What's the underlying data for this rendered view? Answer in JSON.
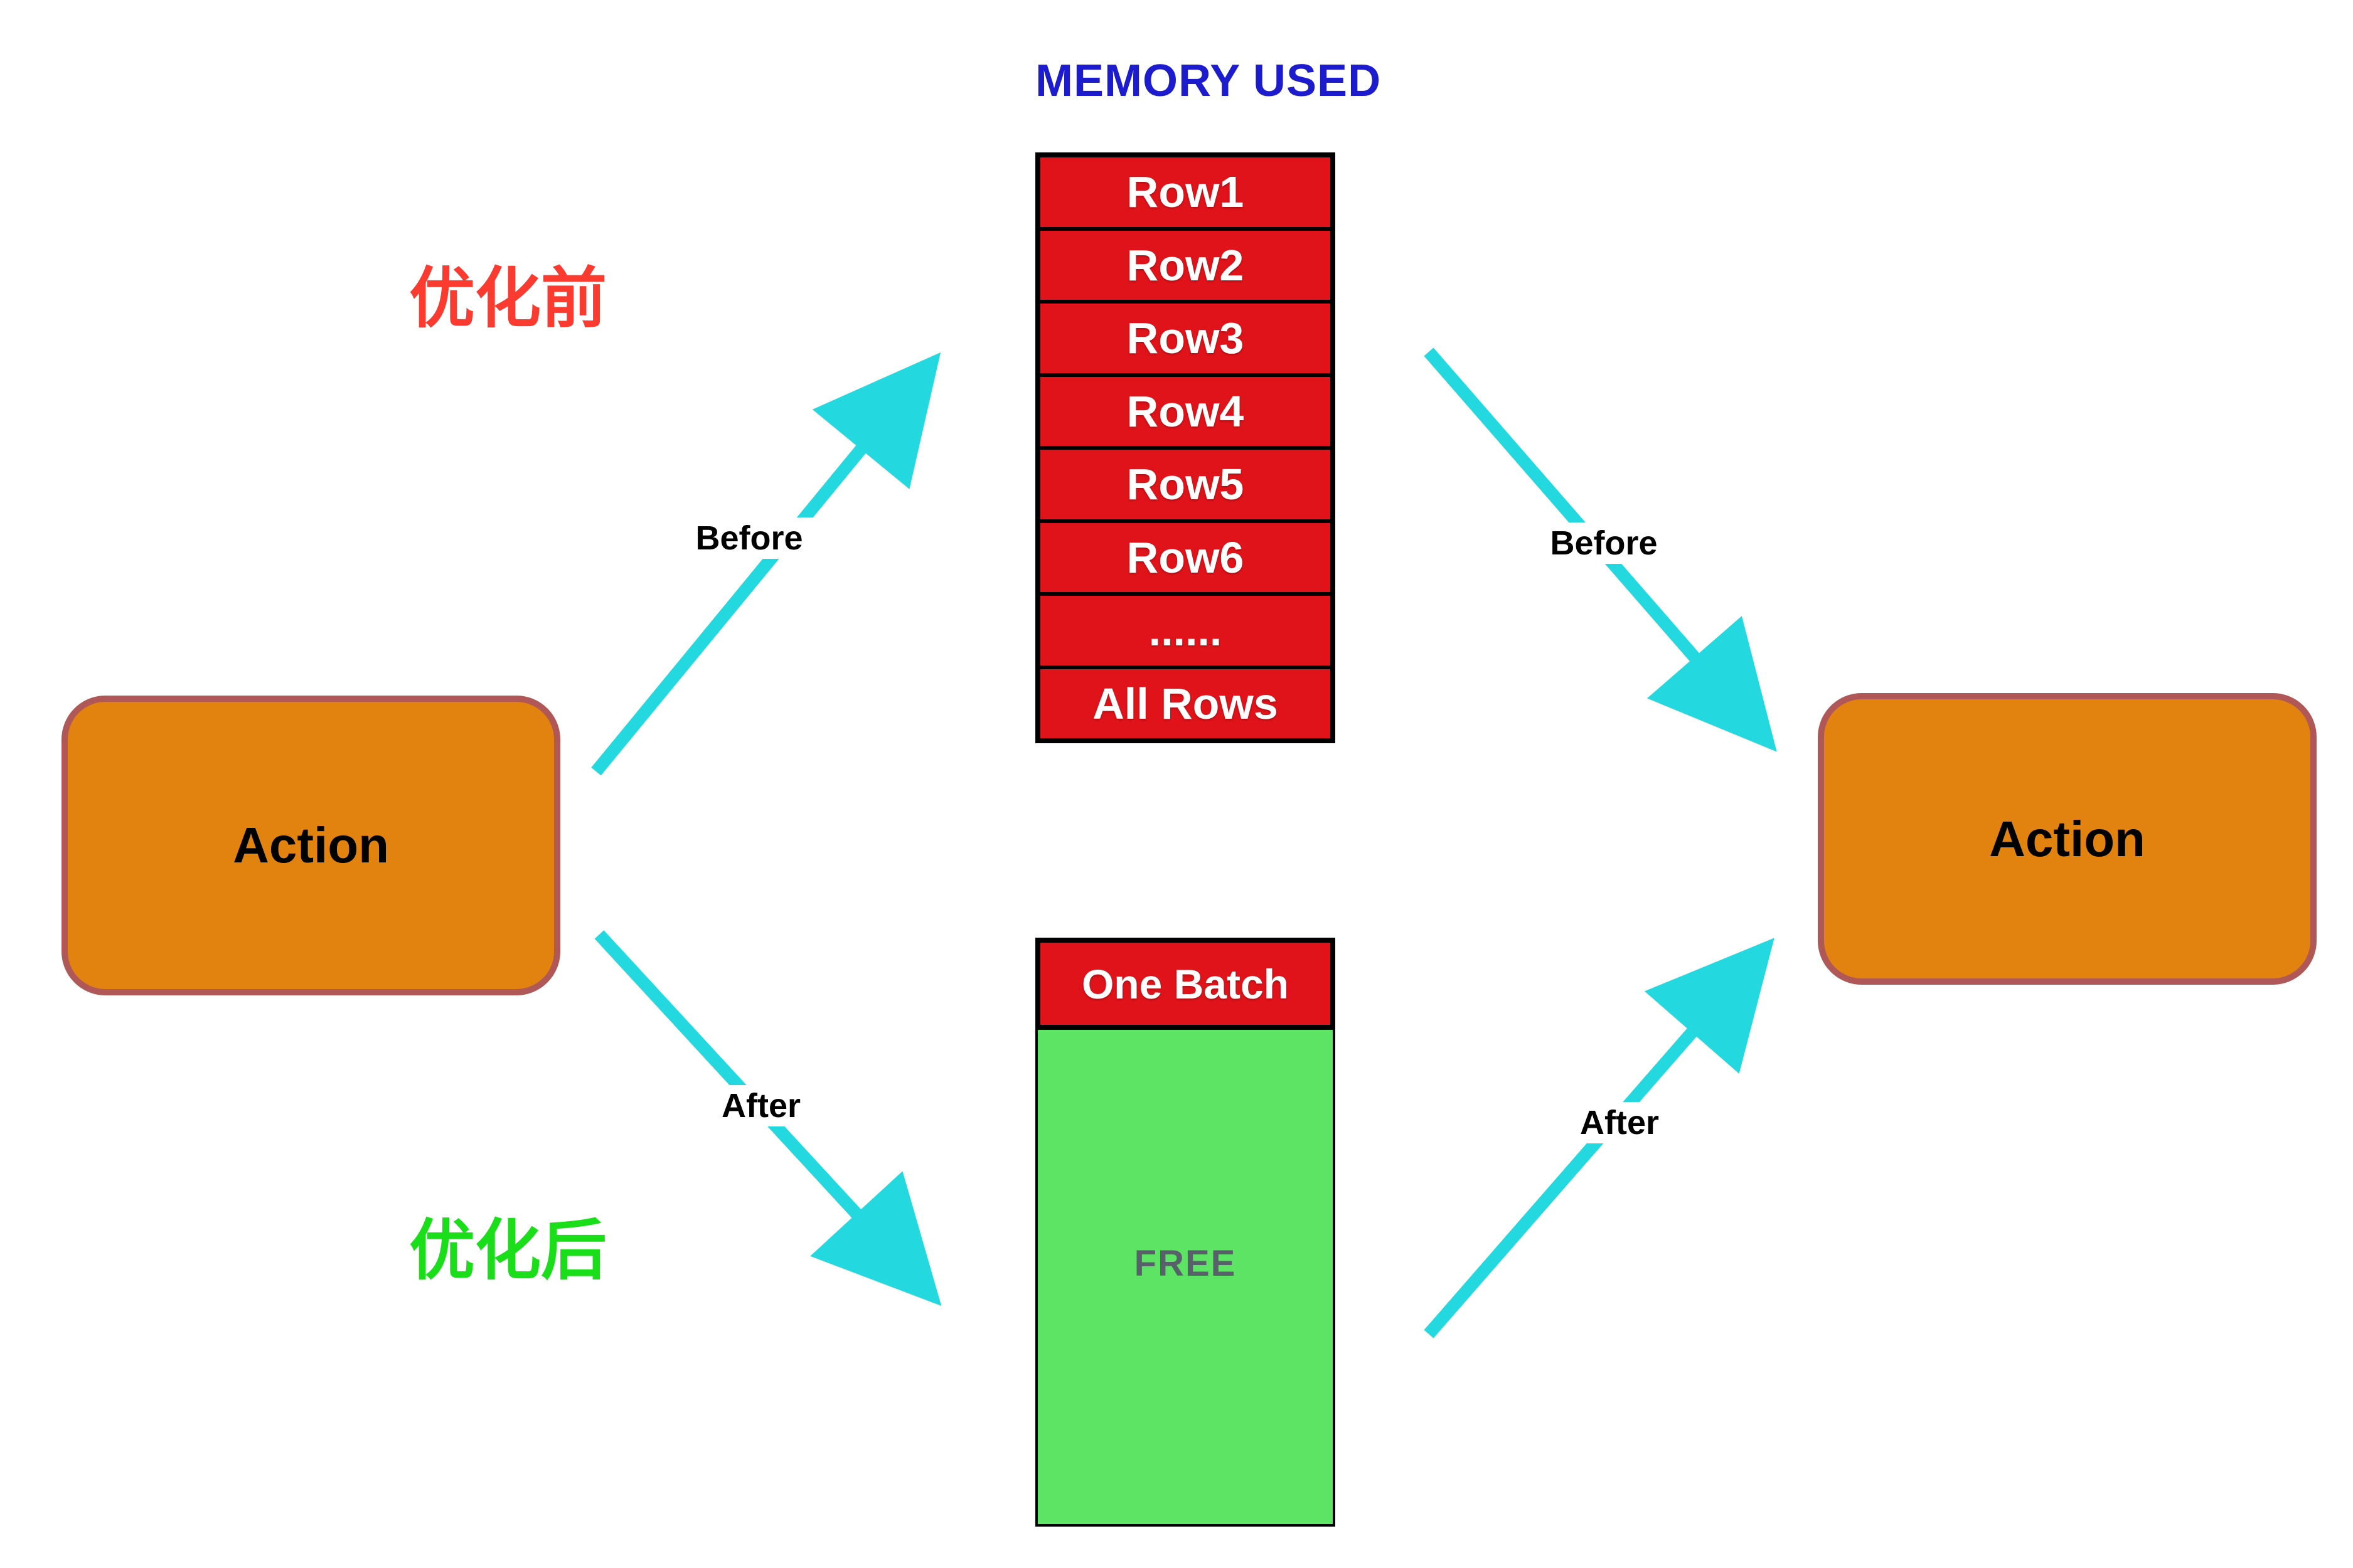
{
  "title": "MEMORY USED",
  "annotations": {
    "pre_optimization": "优化前",
    "post_optimization": "优化后"
  },
  "nodes": {
    "action_left": "Action",
    "action_right": "Action"
  },
  "stack_before": {
    "rows": [
      "Row1",
      "Row2",
      "Row3",
      "Row4",
      "Row5",
      "Row6",
      "......",
      "All Rows"
    ]
  },
  "stack_after": {
    "header": "One Batch",
    "free": "FREE"
  },
  "edges": {
    "before_left": "Before",
    "before_right": "Before",
    "after_left": "After",
    "after_right": "After"
  },
  "colors": {
    "title-blue": "#1C1CCE",
    "row-red": "#E1131A",
    "cjk-red": "#FB3B30",
    "cjk-green": "#1BDE1B",
    "free-green": "#5DE465",
    "free-text": "#586169",
    "node-orange": "#E2830F",
    "node-border": "#B05858",
    "arrow-cyan": "#23D8DF"
  }
}
